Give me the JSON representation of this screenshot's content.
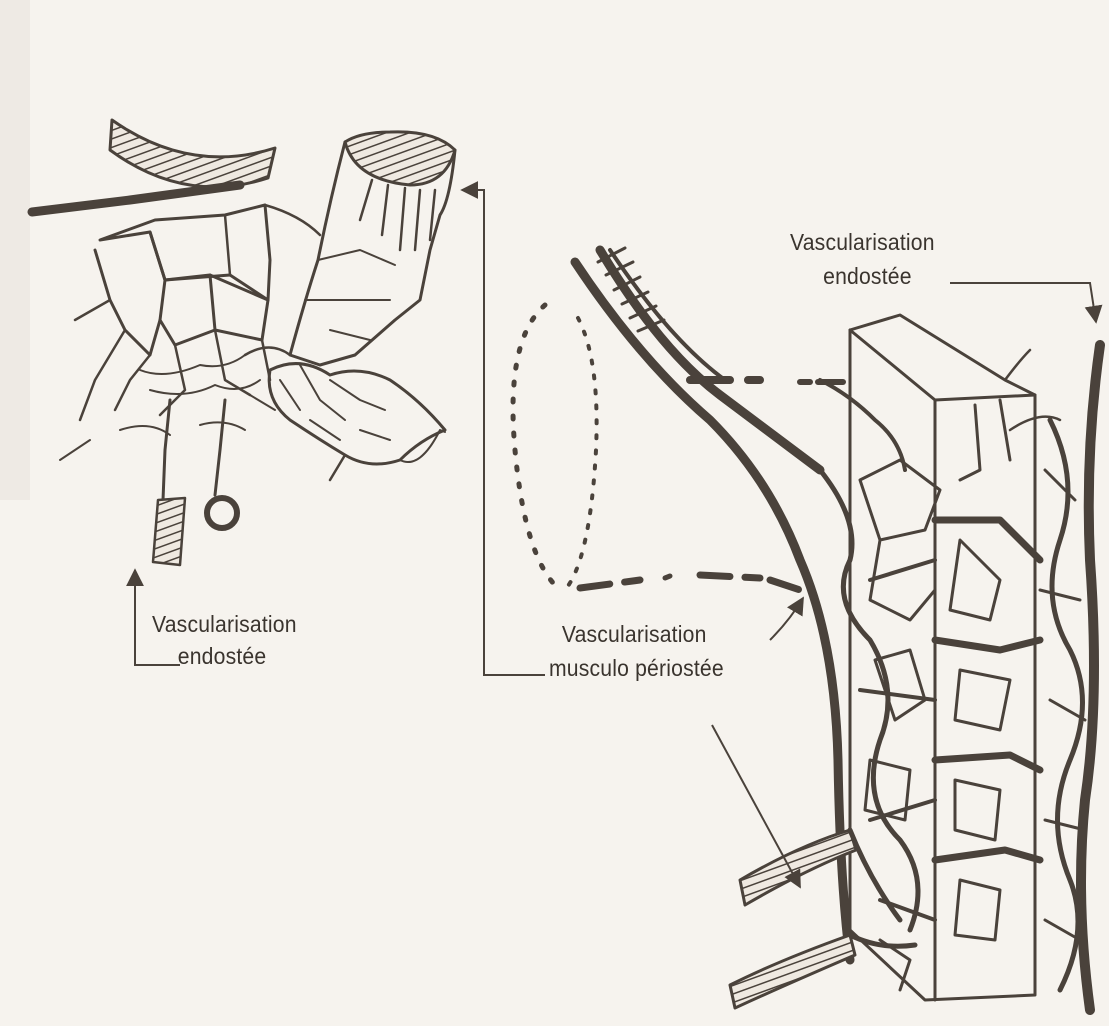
{
  "labels": {
    "endostee_left_line1": "Vascularisation",
    "endostee_left_line2": "endostée",
    "musculo_line1": "Vascularisation",
    "musculo_line2": "musculo périostée",
    "endostee_right_line1": "Vascularisation",
    "endostee_right_line2": "endostée"
  },
  "colors": {
    "ink": "#4a423b",
    "paper": "#f6f3ee",
    "vessel_fill": "#d8d0c6"
  }
}
